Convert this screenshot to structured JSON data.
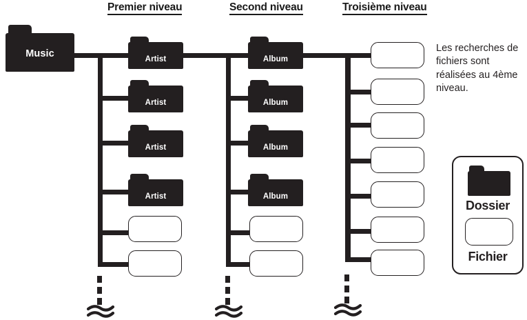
{
  "diagram": {
    "title_note": "Les recherches de fichiers sont réalisées au 4ème niveau.",
    "root": {
      "label": "Music",
      "icon": "folder-icon"
    },
    "columns": [
      {
        "header": "Premier niveau",
        "nodes": [
          {
            "type": "folder",
            "label": "Artist"
          },
          {
            "type": "folder",
            "label": "Artist"
          },
          {
            "type": "folder",
            "label": "Artist"
          },
          {
            "type": "folder",
            "label": "Artist"
          },
          {
            "type": "file",
            "label": ""
          },
          {
            "type": "file",
            "label": ""
          }
        ]
      },
      {
        "header": "Second niveau",
        "nodes": [
          {
            "type": "folder",
            "label": "Album"
          },
          {
            "type": "folder",
            "label": "Album"
          },
          {
            "type": "folder",
            "label": "Album"
          },
          {
            "type": "folder",
            "label": "Album"
          },
          {
            "type": "file",
            "label": ""
          },
          {
            "type": "file",
            "label": ""
          }
        ]
      },
      {
        "header": "Troisième niveau",
        "nodes": [
          {
            "type": "file",
            "label": ""
          },
          {
            "type": "file",
            "label": ""
          },
          {
            "type": "file",
            "label": ""
          },
          {
            "type": "file",
            "label": ""
          },
          {
            "type": "file",
            "label": ""
          },
          {
            "type": "file",
            "label": ""
          },
          {
            "type": "file",
            "label": ""
          }
        ]
      }
    ],
    "legend": {
      "folder_label": "Dossier",
      "file_label": "Fichier",
      "folder_icon": "folder-icon",
      "file_icon": "file-icon"
    },
    "colors": {
      "ink": "#231f20",
      "paper": "#ffffff",
      "folder_fill": "#231f20",
      "file_stroke": "#231f20"
    },
    "continuation_marker": "wavy-break"
  }
}
